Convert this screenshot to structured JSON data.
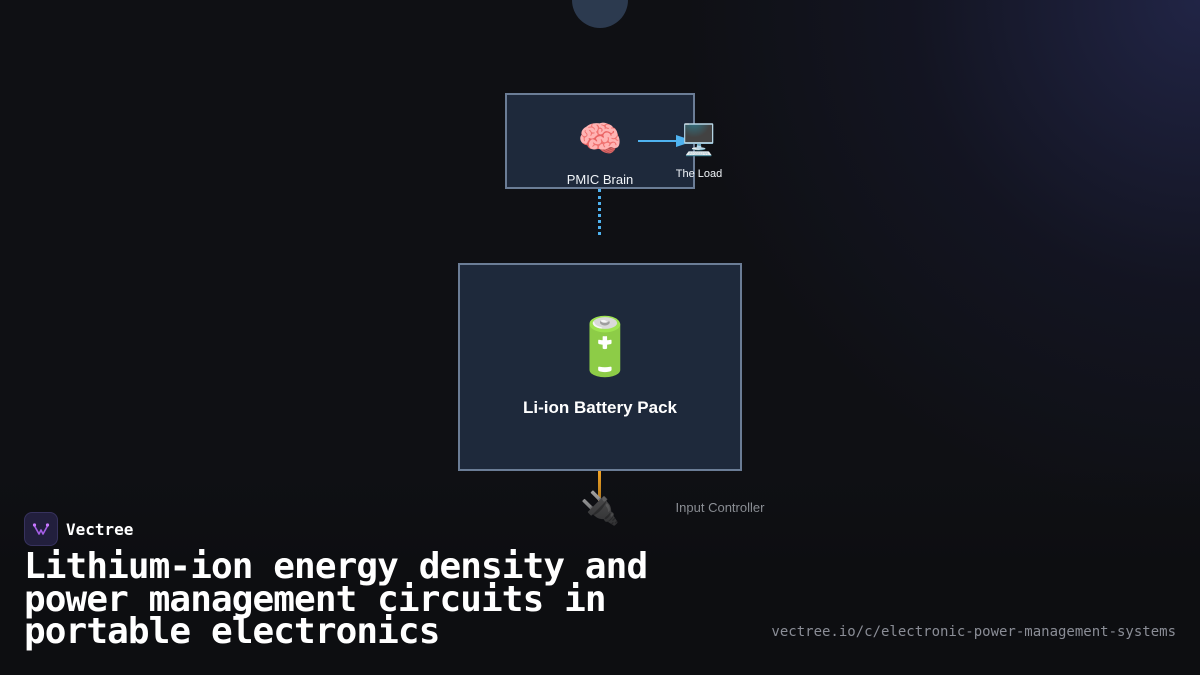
{
  "diagram": {
    "nodes": {
      "pmic": {
        "label": "PMIC Brain",
        "icon": "brain-icon",
        "icon_glyph": "🧠"
      },
      "load": {
        "label": "The Load",
        "icon": "desktop-computer-icon",
        "icon_glyph": "🖥️"
      },
      "battery": {
        "label": "Li-ion Battery Pack",
        "icon": "battery-icon",
        "icon_glyph": "🔋"
      },
      "input": {
        "label": "Input Controller",
        "icon": "electric-plug-icon",
        "icon_glyph": "🔌"
      }
    },
    "colors": {
      "box_fill": "#1e293b",
      "box_border": "#6b7d96",
      "data_link": "#4fb3f0",
      "power_link": "#f5a524"
    }
  },
  "branding": {
    "name": "Vectree",
    "logo_icon": "vectree-logo-icon"
  },
  "headline": {
    "lines": [
      "Lithium-ion energy density and",
      "power management circuits in",
      "portable electronics"
    ]
  },
  "footer": {
    "url": "vectree.io/c/electronic-power-management-systems"
  }
}
